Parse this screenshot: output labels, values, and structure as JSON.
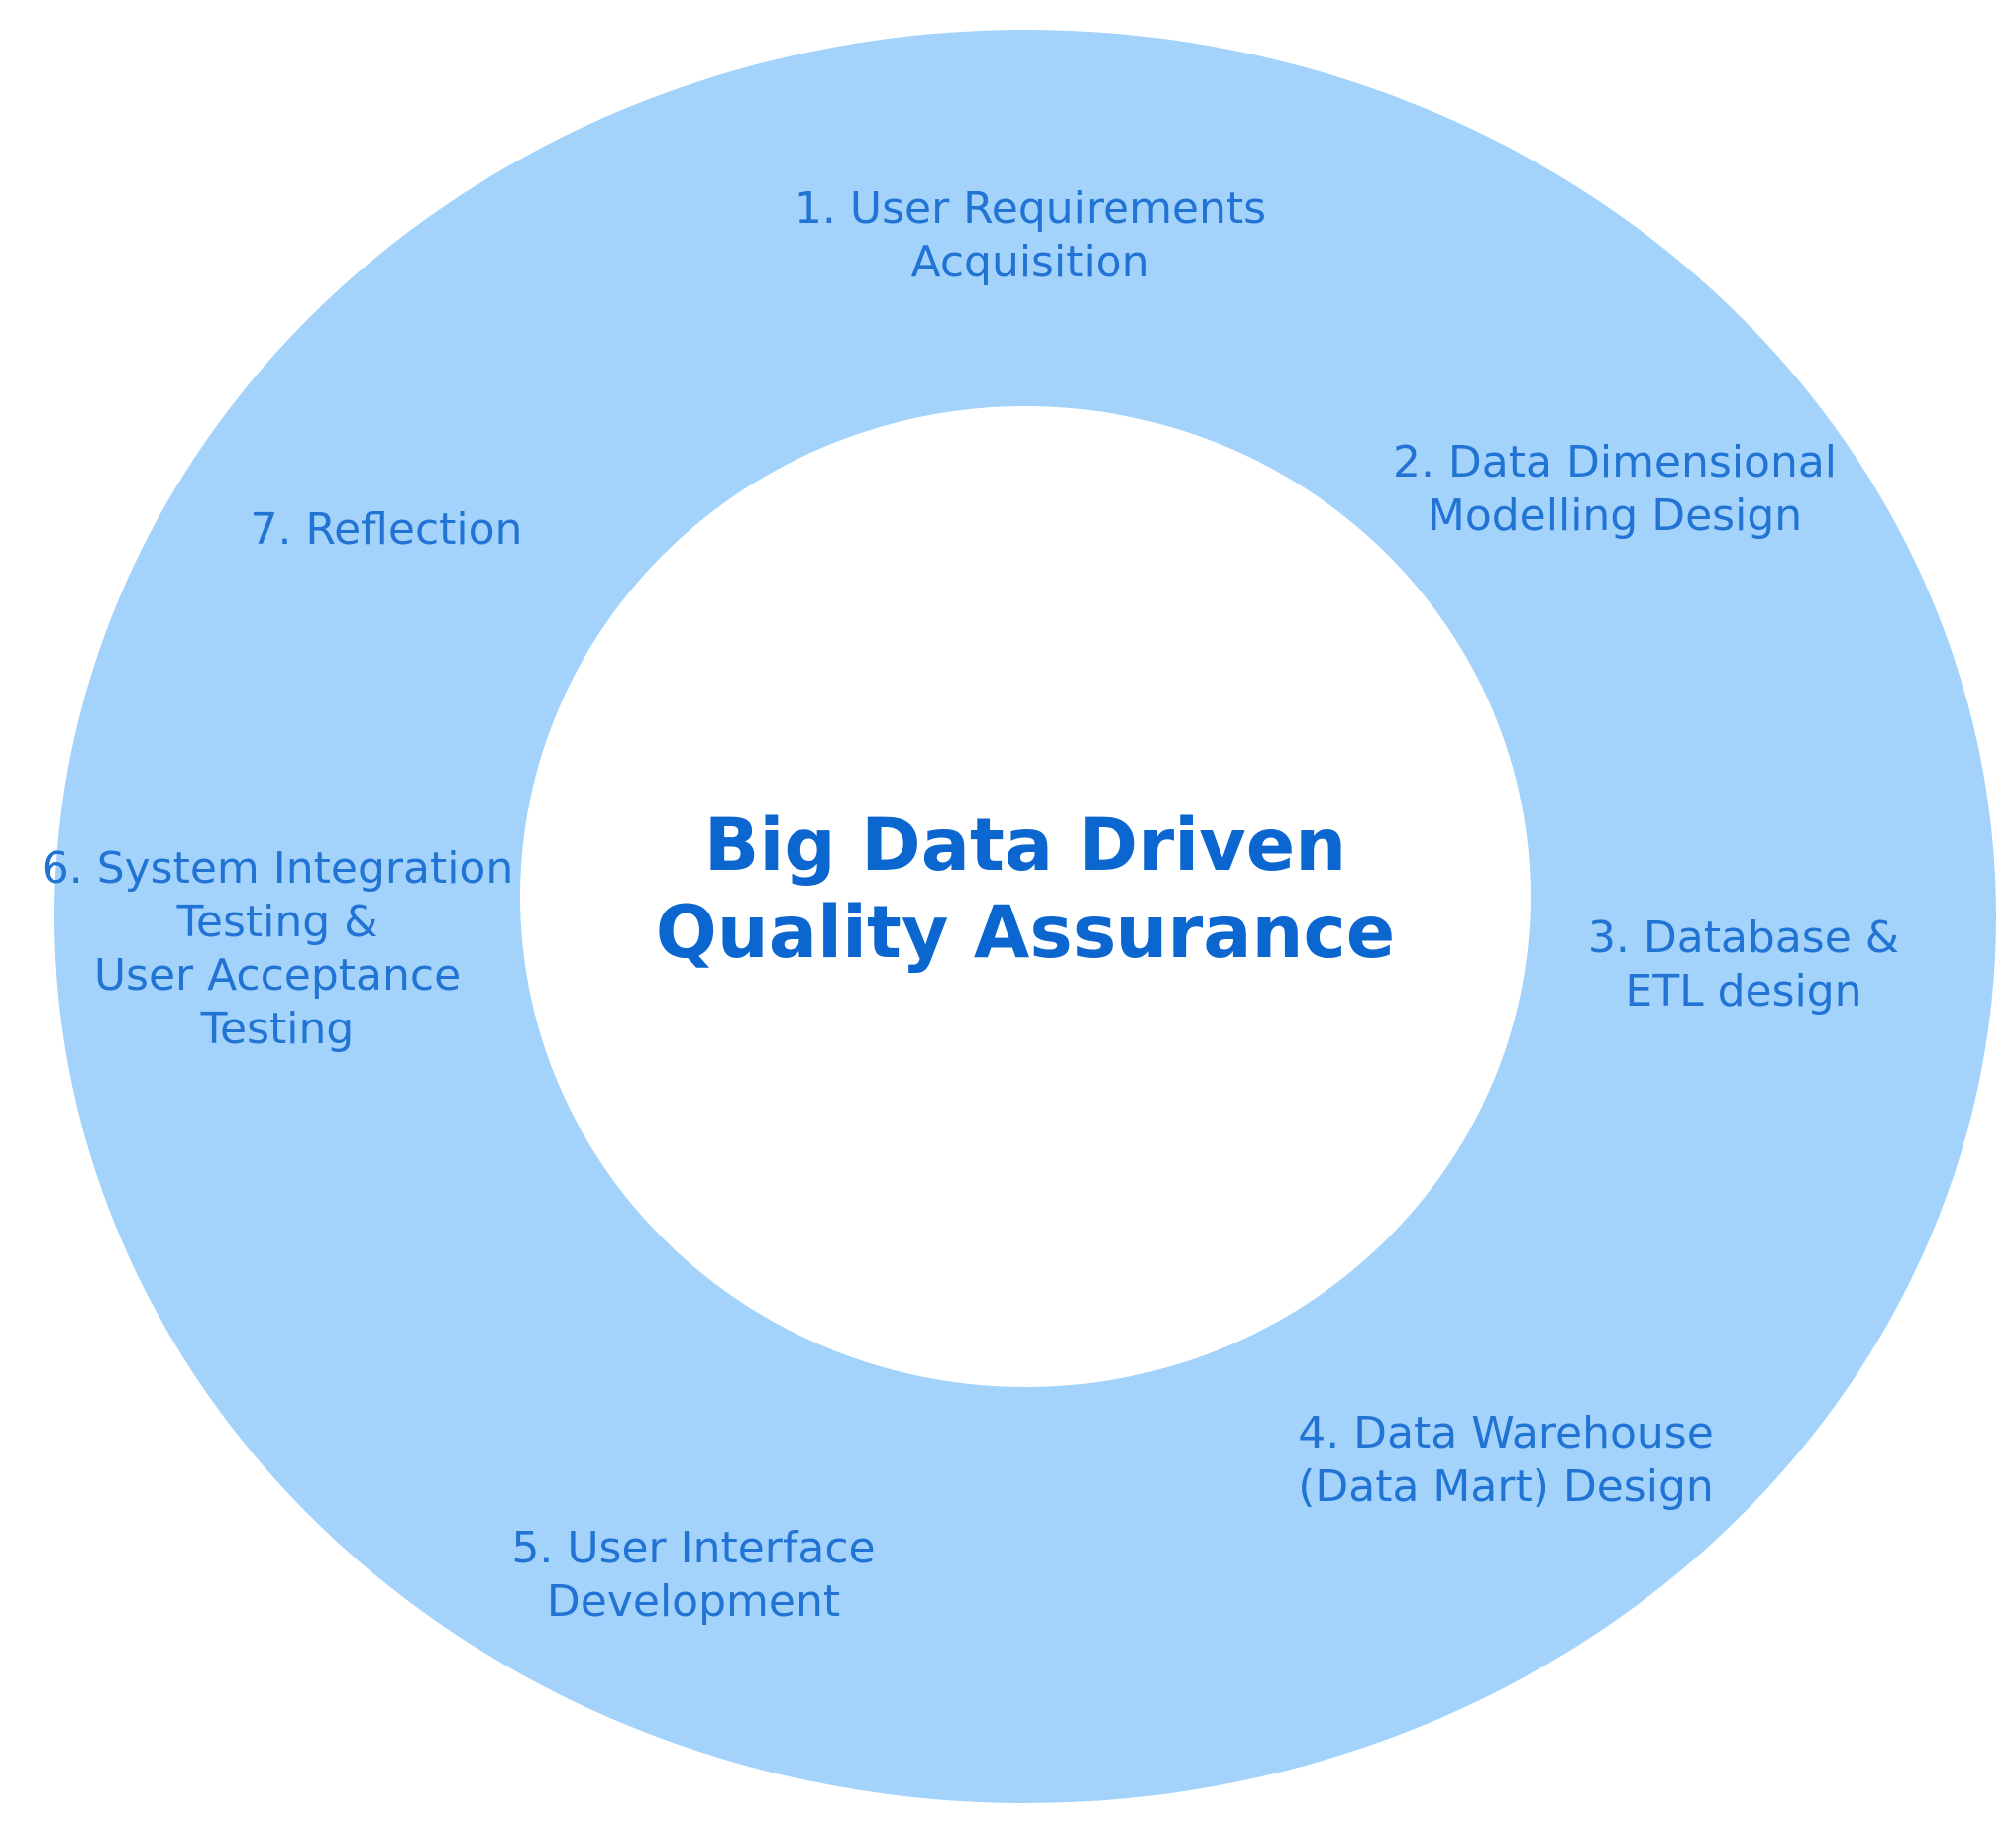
{
  "colors": {
    "ring": "#a3d3fb",
    "center_text": "#0b66cf",
    "step_text": "#2173d4",
    "background": "#ffffff"
  },
  "center": {
    "line1": "Big Data Driven",
    "line2": "Quality Assurance"
  },
  "steps": [
    {
      "lines": [
        "1. User Requirements",
        "Acquisition"
      ]
    },
    {
      "lines": [
        "2. Data Dimensional",
        "Modelling Design"
      ]
    },
    {
      "lines": [
        "3. Database &",
        "ETL design"
      ]
    },
    {
      "lines": [
        "4. Data Warehouse",
        "(Data Mart) Design"
      ]
    },
    {
      "lines": [
        "5. User Interface",
        "Development"
      ]
    },
    {
      "lines": [
        "6. System Integration",
        "Testing &",
        "User Acceptance",
        "Testing"
      ]
    },
    {
      "lines": [
        "7. Reflection"
      ]
    }
  ]
}
